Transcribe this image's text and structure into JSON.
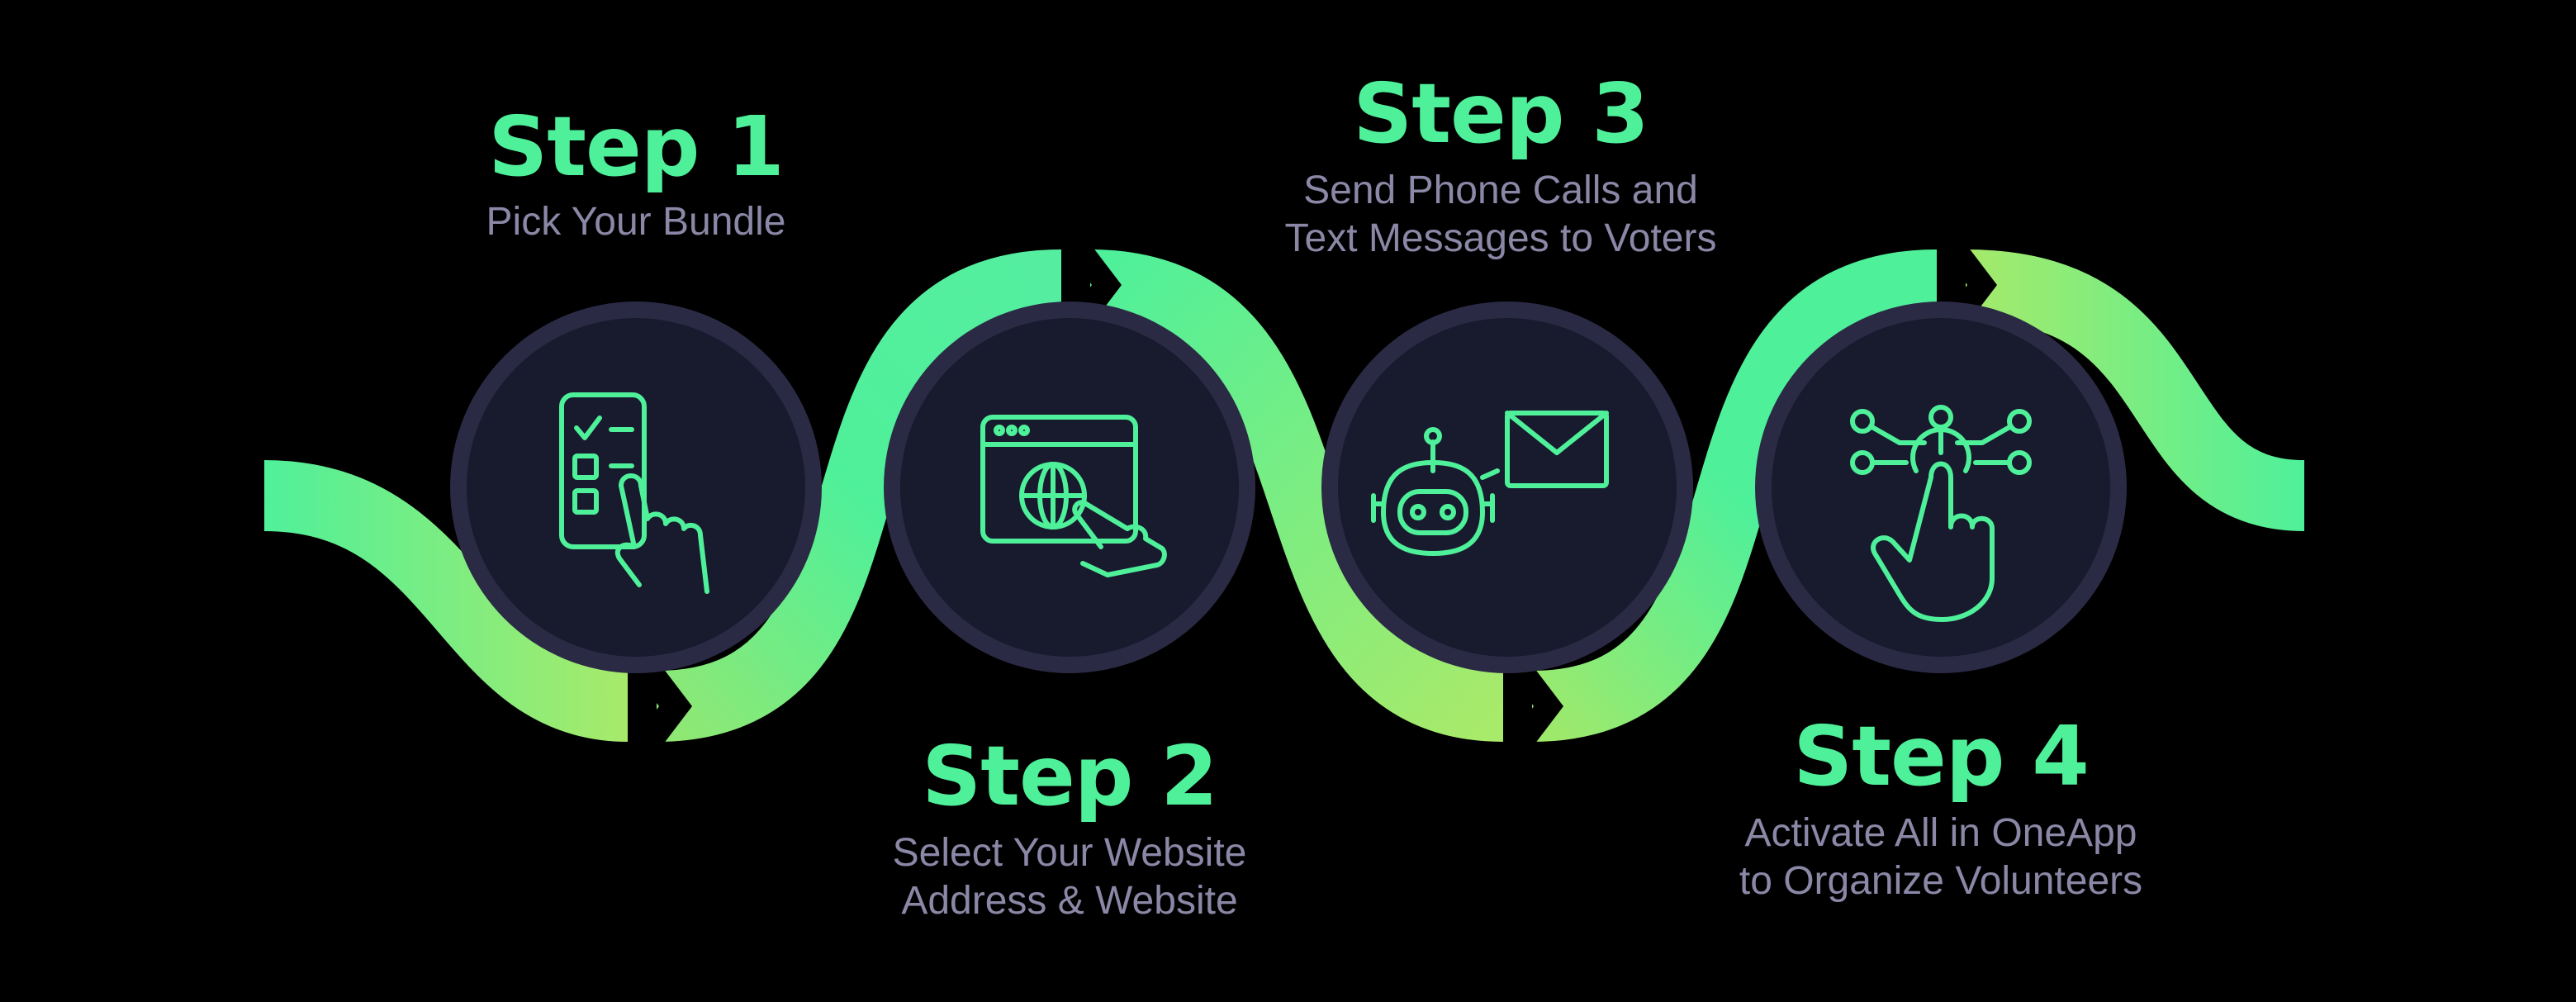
{
  "colors": {
    "background": "#000000",
    "accent": "#4ff09a",
    "accent_light": "#a6ea6a",
    "circle_fill": "#181a2e",
    "circle_ring": "#2b2a45",
    "description_text": "#8a88a6"
  },
  "steps": [
    {
      "title": "Step 1",
      "description": [
        "Pick Your Bundle"
      ],
      "icon": "checklist-hand-icon"
    },
    {
      "title": "Step 2",
      "description": [
        "Select Your Website",
        "Address & Website"
      ],
      "icon": "browser-globe-hand-icon"
    },
    {
      "title": "Step 3",
      "description": [
        "Send Phone Calls and",
        "Text Messages to Voters"
      ],
      "icon": "robot-envelope-icon"
    },
    {
      "title": "Step 4",
      "description": [
        "Activate All in OneApp",
        "to Organize Volunteers"
      ],
      "icon": "network-hand-icon"
    }
  ]
}
